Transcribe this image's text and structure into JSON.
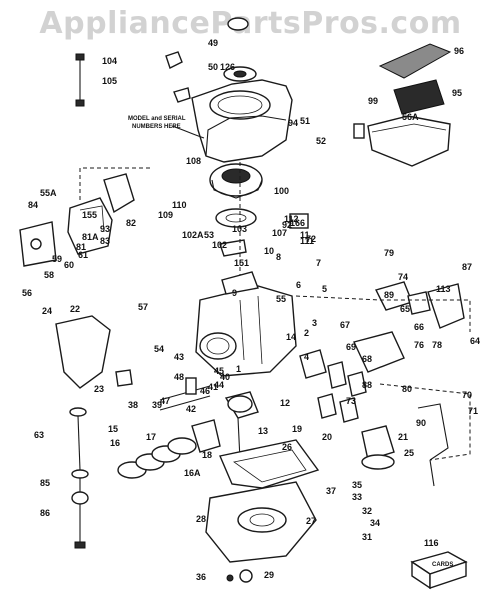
{
  "watermark": "AppliancePartsPros.com",
  "callout_note": [
    "MODEL and SERIAL",
    "NUMBERS HERE"
  ],
  "labels": [
    "1",
    "2",
    "3",
    "4",
    "5",
    "6",
    "7",
    "8",
    "9",
    "10",
    "11",
    "12",
    "13",
    "14",
    "15",
    "16",
    "16A",
    "17",
    "18",
    "19",
    "20",
    "21",
    "22",
    "23",
    "24",
    "25",
    "26",
    "27",
    "28",
    "29",
    "31",
    "32",
    "33",
    "34",
    "35",
    "36",
    "37",
    "38",
    "39",
    "40",
    "41",
    "42",
    "43",
    "44",
    "45",
    "46",
    "47",
    "48",
    "49",
    "50",
    "51",
    "52",
    "53",
    "54",
    "55",
    "56",
    "57",
    "58",
    "59",
    "60",
    "61",
    "63",
    "64",
    "65",
    "66",
    "67",
    "68",
    "69",
    "70",
    "71",
    "72",
    "73",
    "74",
    "76",
    "78",
    "79",
    "80",
    "81",
    "81A",
    "82",
    "83",
    "84",
    "85",
    "86",
    "87",
    "88",
    "89",
    "90",
    "92",
    "93",
    "94",
    "95",
    "96",
    "99",
    "100",
    "102",
    "102A",
    "103",
    "104",
    "105",
    "107",
    "108",
    "109",
    "110",
    "111",
    "112",
    "113",
    "116",
    "126",
    "151",
    "155",
    "166",
    "55A",
    "56A"
  ],
  "box_label": "CARDS"
}
